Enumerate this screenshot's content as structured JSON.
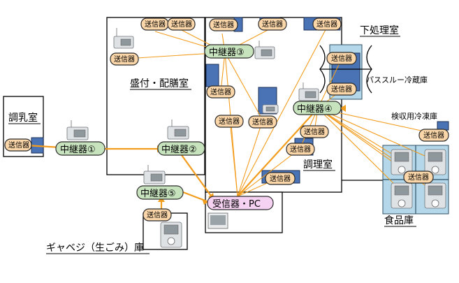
{
  "rooms": {
    "chonyu": "調乳室",
    "moritsuke": "盛付・配膳室",
    "shitashori": "下処理室",
    "pass_through": "パススルー冷蔵庫",
    "kenshu": "検収用冷凍庫",
    "chori": "調理室",
    "shokuhin": "食品庫",
    "garbage": "ギャベジ（生ごみ）庫"
  },
  "labels": {
    "transmitter": "送信器",
    "relay1": "中継器①",
    "relay2": "中継器②",
    "relay3": "中継器③",
    "relay4": "中継器④",
    "relay5": "中継器⑤",
    "receiver": "受信器・PC"
  },
  "colors": {
    "link": "#f29d1e",
    "transmitter_fill": "#fbd6a8",
    "relay_fill": "#c7e3bd",
    "receiver_fill": "#f6d2f2",
    "fixture_blue": "#4a73b6",
    "cold_storage": "#b4d8ea"
  }
}
